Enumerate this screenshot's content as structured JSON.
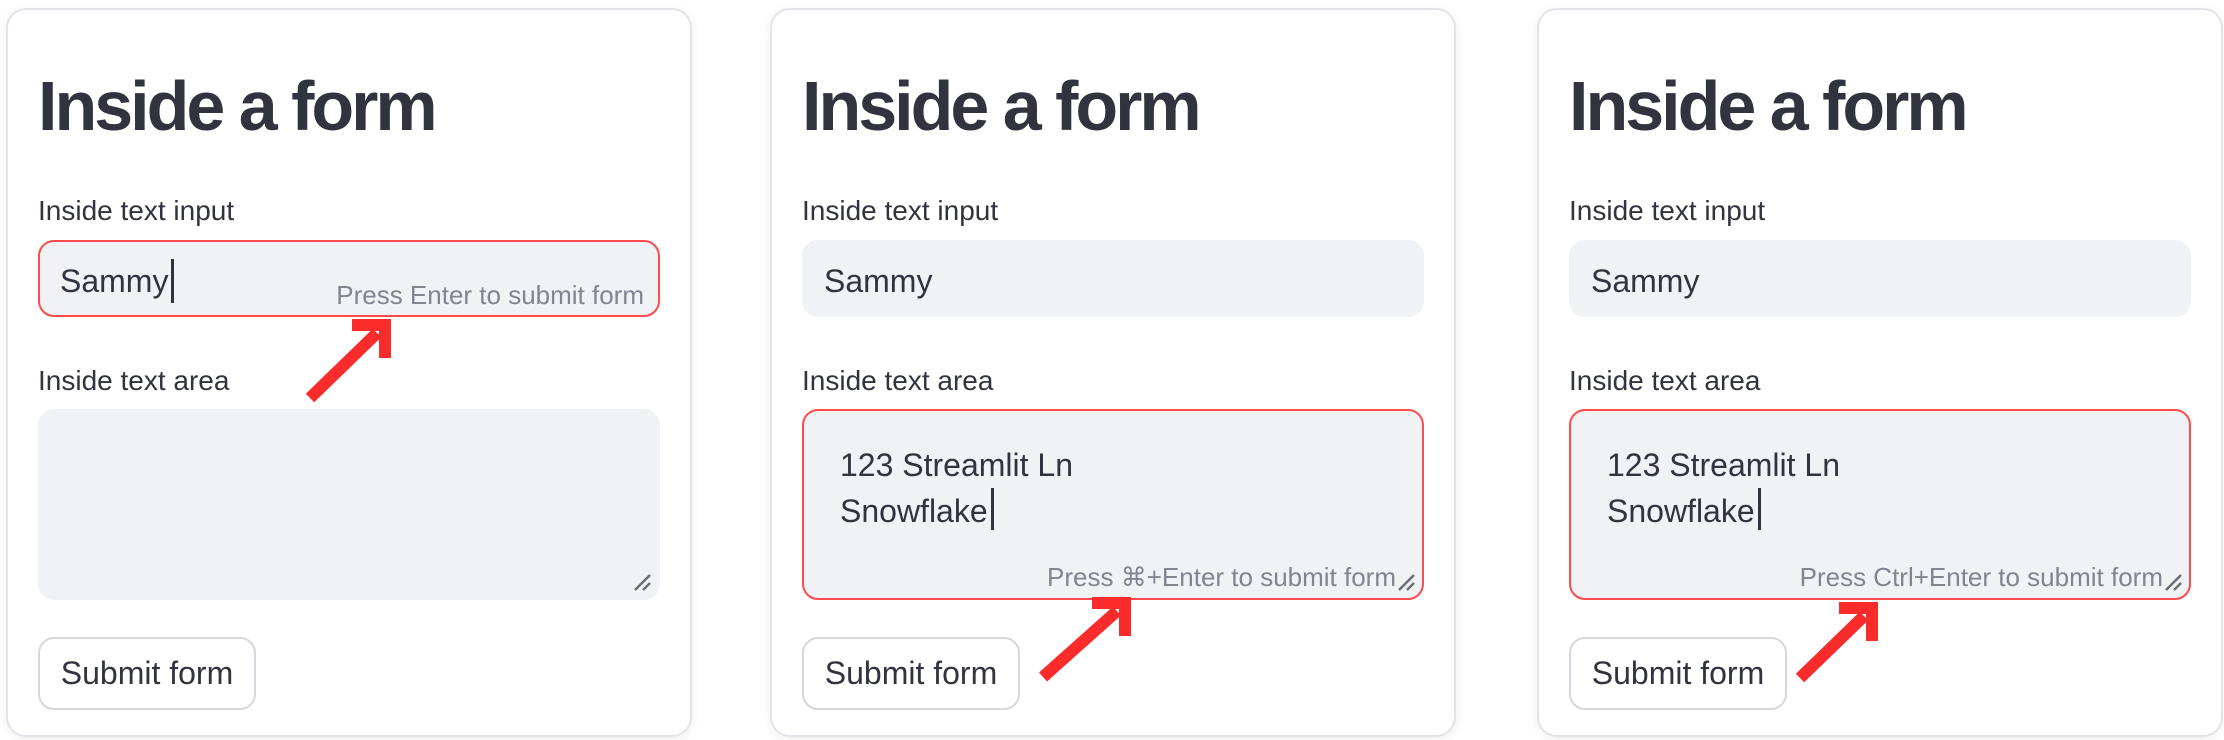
{
  "colors": {
    "accent_red": "#ff4b4b",
    "arrow_red": "#fa2b2b",
    "field_background": "#f0f2f6",
    "text_dark": "#31333f",
    "hint_gray": "#82848f"
  },
  "icons": {
    "resize_handle": "diagonal-grip-lines",
    "annotation_arrow": "red-arrow-up-right"
  },
  "cards": [
    {
      "title": "Inside a form",
      "text_input": {
        "label": "Inside text input",
        "value": "Sammy",
        "focused": true,
        "hint": "Press Enter to submit form"
      },
      "text_area": {
        "label": "Inside text area",
        "value": "",
        "focused": false
      },
      "submit_label": "Submit form"
    },
    {
      "title": "Inside a form",
      "text_input": {
        "label": "Inside text input",
        "value": "Sammy",
        "focused": false
      },
      "text_area": {
        "label": "Inside text area",
        "lines": [
          "123 Streamlit Ln",
          "Snowflake"
        ],
        "focused": true,
        "hint": "Press ⌘+Enter to submit form"
      },
      "submit_label": "Submit form"
    },
    {
      "title": "Inside a form",
      "text_input": {
        "label": "Inside text input",
        "value": "Sammy",
        "focused": false
      },
      "text_area": {
        "label": "Inside text area",
        "lines": [
          "123 Streamlit Ln",
          "Snowflake"
        ],
        "focused": true,
        "hint": "Press Ctrl+Enter to submit form"
      },
      "submit_label": "Submit form"
    }
  ]
}
